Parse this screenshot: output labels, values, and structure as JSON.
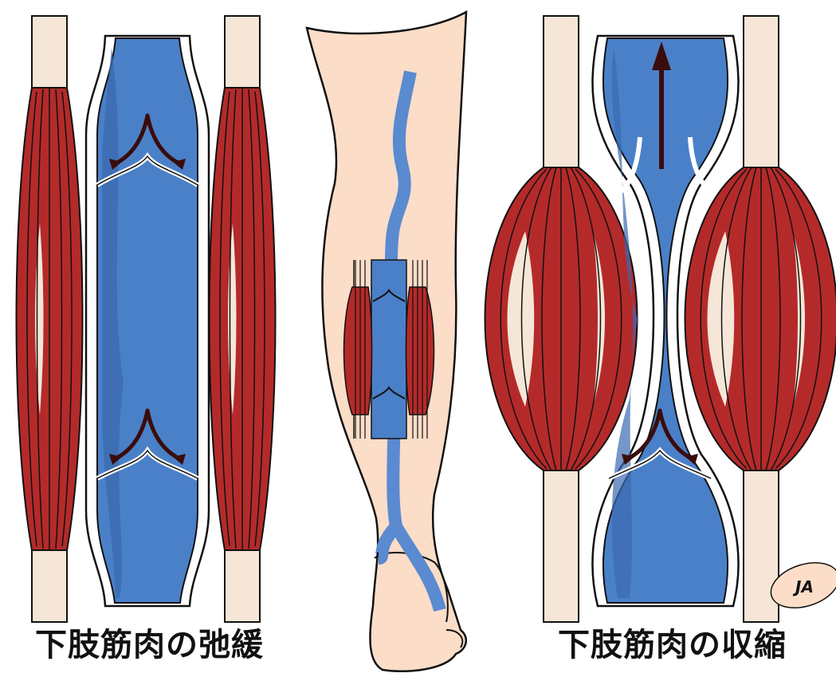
{
  "captions": {
    "relaxed": "下肢筋肉の弛緩",
    "contracted": "下肢筋肉の収縮"
  },
  "signature": "JA",
  "colors": {
    "muscle": "#b42a2a",
    "tendon": "#f5e6d7",
    "vein": "#4a80c8",
    "vein_dark": "#3b6ab0",
    "skin": "#fbddc8",
    "valve_arrow": "#3a0c0c",
    "outline": "#111111"
  },
  "icons": {
    "up_arrow": "blood-flow-arrow-icon",
    "valve_arrow": "valve-flow-arrow-icon"
  }
}
